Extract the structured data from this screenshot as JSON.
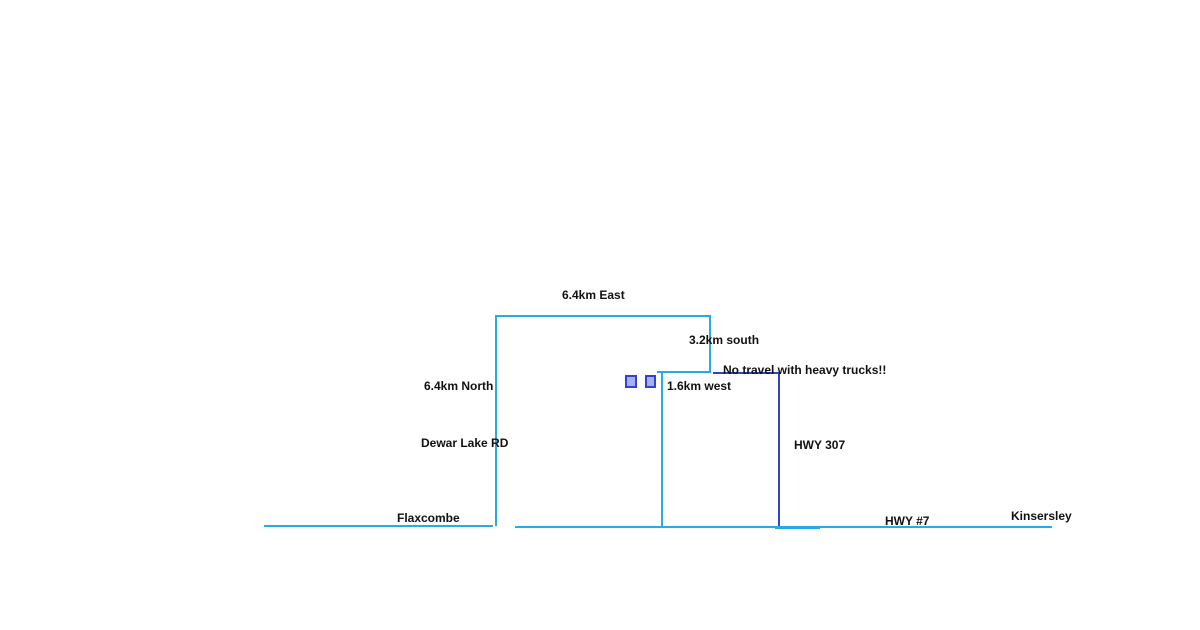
{
  "labels": {
    "east": "6.4km East",
    "south": "3.2km south",
    "north": "6.4km North",
    "west": "1.6km west",
    "warning": "No travel with heavy trucks!!",
    "dewar": "Dewar Lake RD",
    "hwy307": "HWY 307",
    "flaxcombe": "Flaxcombe",
    "hwy7": "HWY #7",
    "kinsersley": "Kinsersley"
  },
  "colors": {
    "road": "#29abe2",
    "highway": "#3344cc",
    "marker_fill": "#a9aef0"
  }
}
